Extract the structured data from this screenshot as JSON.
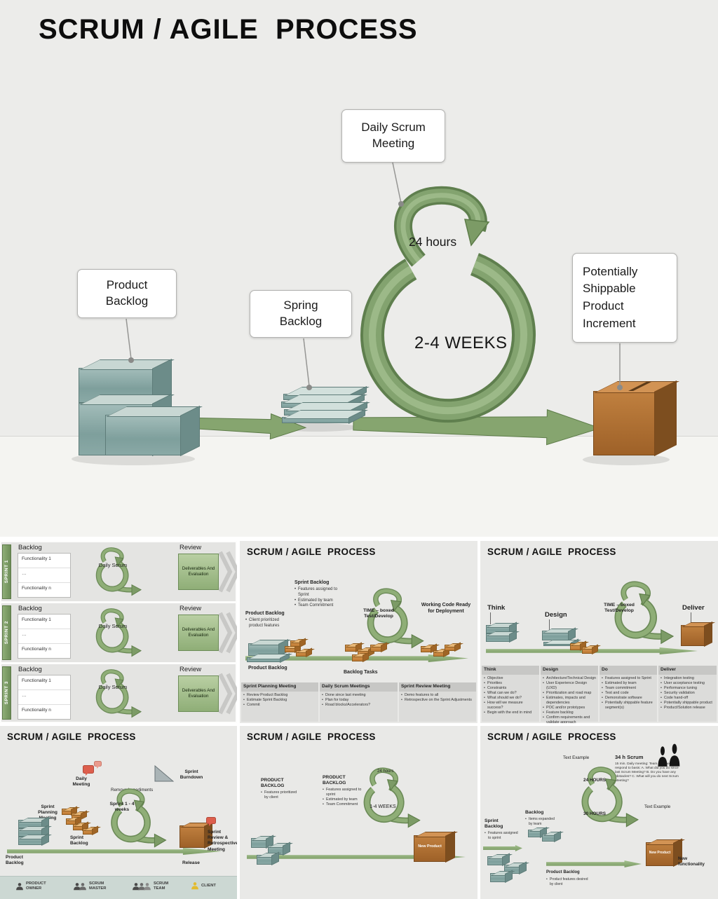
{
  "main": {
    "title": "SCRUM / AGILE  PROCESS",
    "callouts": {
      "daily_scrum": "Daily Scrum Meeting",
      "product_backlog": "Product Backlog",
      "spring_backlog": "Spring Backlog",
      "shippable": "Potentially Shippable Product Increment"
    },
    "labels": {
      "hours": "24 hours",
      "weeks": "2-4 WEEKS"
    }
  },
  "thumb1": {
    "rows": [
      {
        "sprint": "SPRINT 1",
        "backlog": "Backlog",
        "f1": "Functionality 1",
        "dots": "…",
        "fn": "Functionality n",
        "daily": "Daily Scrum",
        "review": "Review",
        "deliver": "Deliverables And Evaluation"
      },
      {
        "sprint": "SPRINT 2",
        "backlog": "Backlog",
        "f1": "Functionality 1",
        "dots": "…",
        "fn": "Functionality n",
        "daily": "Daily Scrum",
        "review": "Review",
        "deliver": "Deliverables And Evaluation"
      },
      {
        "sprint": "SPRINT 3",
        "backlog": "Backlog",
        "f1": "Functionality 1",
        "dots": "…",
        "fn": "Functionality n",
        "daily": "Daily Scrum",
        "review": "Review",
        "deliver": "Deliverables And Evaluation"
      }
    ]
  },
  "thumb2": {
    "title": "SCRUM / AGILE  PROCESS",
    "sprint_backlog": {
      "title": "Sprint Backlog",
      "items": [
        "Features assigned to Sprint",
        "Estimated by team",
        "Team Commitment"
      ]
    },
    "product_backlog": {
      "title": "Product Backlog",
      "items": [
        "Client prioritized product features"
      ]
    },
    "spiral_label": "TIME – boxed Test/Develop",
    "working_code": "Working Code Ready for Deployment",
    "product_backlog_caption": "Product Backlog",
    "backlog_tasks": "Backlog Tasks",
    "meetings": [
      {
        "title": "Sprint Planning Meeting",
        "items": [
          "Review Product Backlog",
          "Estimate Sprint Backlog",
          "Commit"
        ]
      },
      {
        "title": "Daily Scrum Meetings",
        "items": [
          "Done since last meeting",
          "Plan for today",
          "Road blocks/Accelerators?"
        ]
      },
      {
        "title": "Sprint Review Meeting",
        "items": [
          "Demo features to all",
          "Retrospective on the Sprint Adjustments"
        ]
      }
    ]
  },
  "thumb3": {
    "title": "SCRUM / AGILE  PROCESS",
    "think": "Think",
    "design": "Design",
    "deliver": "Deliver",
    "spiral_label": "TIME – boxed Test/Develop",
    "columns": [
      {
        "title": "Think",
        "items": [
          "Objective",
          "Priorities",
          "Constraints",
          "What can we do?",
          "What should we do?",
          "How will we measure success?",
          "Begin with the end in mind"
        ]
      },
      {
        "title": "Design",
        "items": [
          "Architecture/Technical Design",
          "User Experience Design (UXD)",
          "Prioritization and road map",
          "Estimates, impacts and dependencies",
          "POC and/or prototypes",
          "Feature backlog",
          "Confirm requirements and validate approach"
        ]
      },
      {
        "title": "Do",
        "items": [
          "Features assigned to Sprint",
          "Estimated by team",
          "Team commitment",
          "Test and code",
          "Demonstrate software",
          "Potentially shippable feature segment(s)"
        ]
      },
      {
        "title": "Deliver",
        "items": [
          "Integration testing",
          "User acceptance testing",
          "Performance tuning",
          "Security validation",
          "Code hand-off",
          "Potentially shippable product",
          "Product/Solution release"
        ]
      }
    ]
  },
  "thumb4": {
    "title": "SCRUM / AGILE  PROCESS",
    "daily_meeting": "Daily Meeting",
    "remove_impediments": "Remove Impediments",
    "sprint_burndown": "Sprint Burndown",
    "sprint_center": "Sprint 1 - 4 weeks",
    "sprint_planning": "Sprint Planning Meeting",
    "sprint_backlog": "Sprint Backlog",
    "product_backlog": "Product Backlog",
    "sprint_review": "Sprint Review & Retrospective Meeting",
    "release": "Release",
    "legend": [
      "PRODUCT OWNER",
      "SCRUM MASTER",
      "SCRUM TEAM",
      "CLIENT"
    ]
  },
  "thumb5": {
    "title": "SCRUM / AGILE  PROCESS",
    "left_backlog": {
      "title": "PRODUCT BACKLOG",
      "items": [
        "Features prioritized by client"
      ]
    },
    "mid_backlog": {
      "title": "PRODUCT BACKLOG",
      "items": [
        "Features assigned to sprint",
        "Estimated by team",
        "Team Commitment"
      ]
    },
    "hours": "24 hours",
    "weeks": "1-4 WEEKS",
    "new_product": "New Product"
  },
  "thumb6": {
    "title": "SCRUM / AGILE  PROCESS",
    "text_example_top": "Text Example",
    "scrum34_title": "34 h Scrum",
    "scrum34_body": "15 min. Daily meeting: Team members respond to basis: A. What did you do since last Scrum Meeting? B. Do you have any obstacles? C. What will you do next Scrum Meeting?",
    "hours24": "24 HOURS",
    "hours30": "30 HOURS",
    "text_example_right": "Text Example",
    "sprint_backlog": {
      "title": "Sprint Backlog",
      "items": [
        "Features assigned to sprint"
      ]
    },
    "backlog": {
      "title": "Backlog",
      "items": [
        "Items expanded by team"
      ]
    },
    "product_backlog": {
      "title": "Product Backlog",
      "items": [
        "Product features desired by client"
      ]
    },
    "new_product": "New Product",
    "new_functionality": "New functionality"
  }
}
